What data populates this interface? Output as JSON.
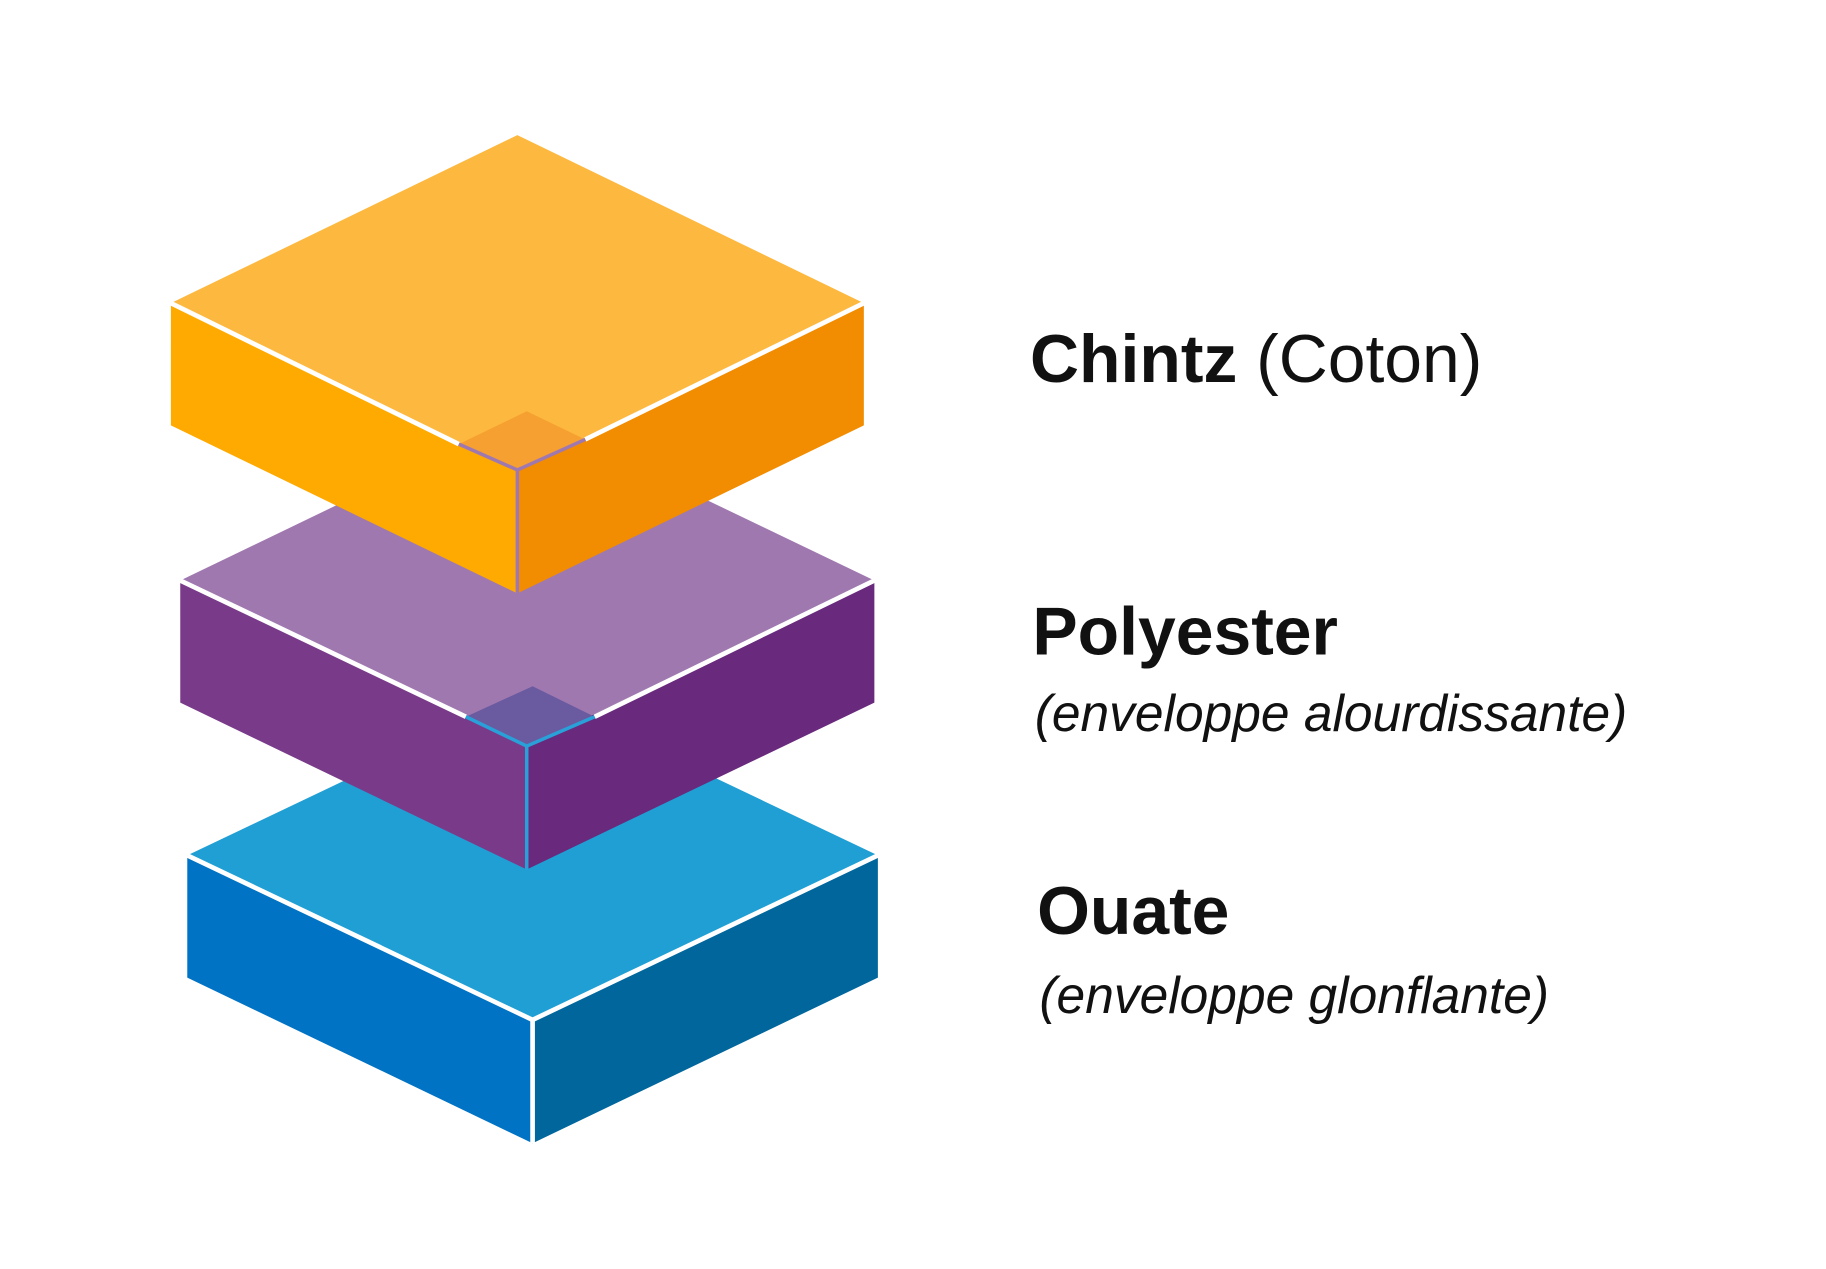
{
  "layers": [
    {
      "name": "Chintz",
      "detail": "(Coton)",
      "colors": {
        "top": "#FDB83F",
        "left": "#FFAA00",
        "right": "#F28C00"
      }
    },
    {
      "name": "Polyester",
      "detail": "(enveloppe alourdissante)",
      "colors": {
        "top": "#A078B0",
        "left": "#7A3A8A",
        "right": "#69297C"
      }
    },
    {
      "name": "Ouate",
      "detail": "(enveloppe glonflante)",
      "colors": {
        "top": "#209FD4",
        "left": "#0073C4",
        "right": "#00669C"
      }
    }
  ]
}
